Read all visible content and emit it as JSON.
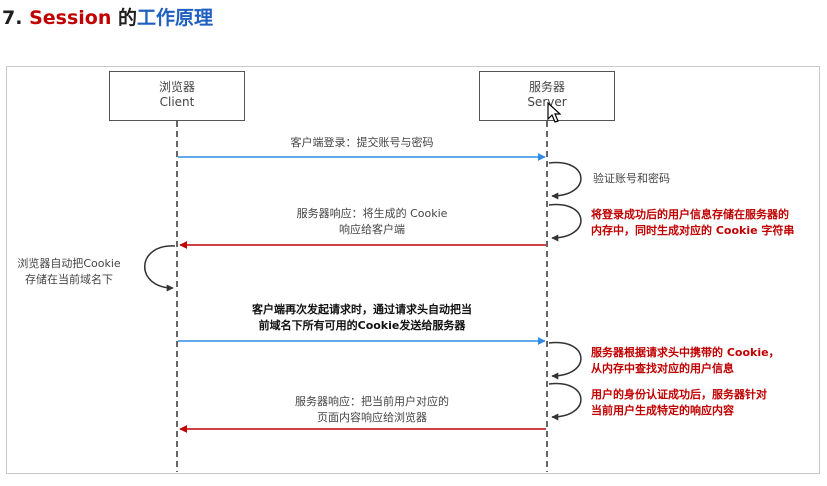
{
  "title": {
    "number": "7.",
    "keyword": "Session",
    "de": "的",
    "rest": "工作原理"
  },
  "actors": {
    "client": {
      "line1": "浏览器",
      "line2": "Client"
    },
    "server": {
      "line1": "服务器",
      "line2": "Server"
    }
  },
  "messages": {
    "login": "客户端登录：提交账号与密码",
    "verify": "验证账号和密码",
    "store_line1": "将登录成功后的用户信息存储在服务器的",
    "store_line2": "内存中，同时生成对应的 Cookie 字符串",
    "response1_line1": "服务器响应：将生成的 Cookie",
    "response1_line2": "响应给客户端",
    "client_store_line1": "浏览器自动把Cookie",
    "client_store_line2": "存储在当前域名下",
    "request2_line1": "客户端再次发起请求时，通过请求头自动把当",
    "request2_line2": "前域名下所有可用的Cookie发送给服务器",
    "lookup_line1": "服务器根据请求头中携带的 Cookie，",
    "lookup_line2": "从内存中查找对应的用户信息",
    "auth_line1": "用户的身份认证成功后，服务器针对",
    "auth_line2": "当前用户生成特定的响应内容",
    "response2_line1": "服务器响应：把当前用户对应的",
    "response2_line2": "页面内容响应给浏览器"
  },
  "colors": {
    "request_arrow": "#2e8be6",
    "response_arrow": "#c00000",
    "lifeline": "#333333",
    "title_red": "#c00000",
    "title_blue": "#1f5fbf"
  }
}
